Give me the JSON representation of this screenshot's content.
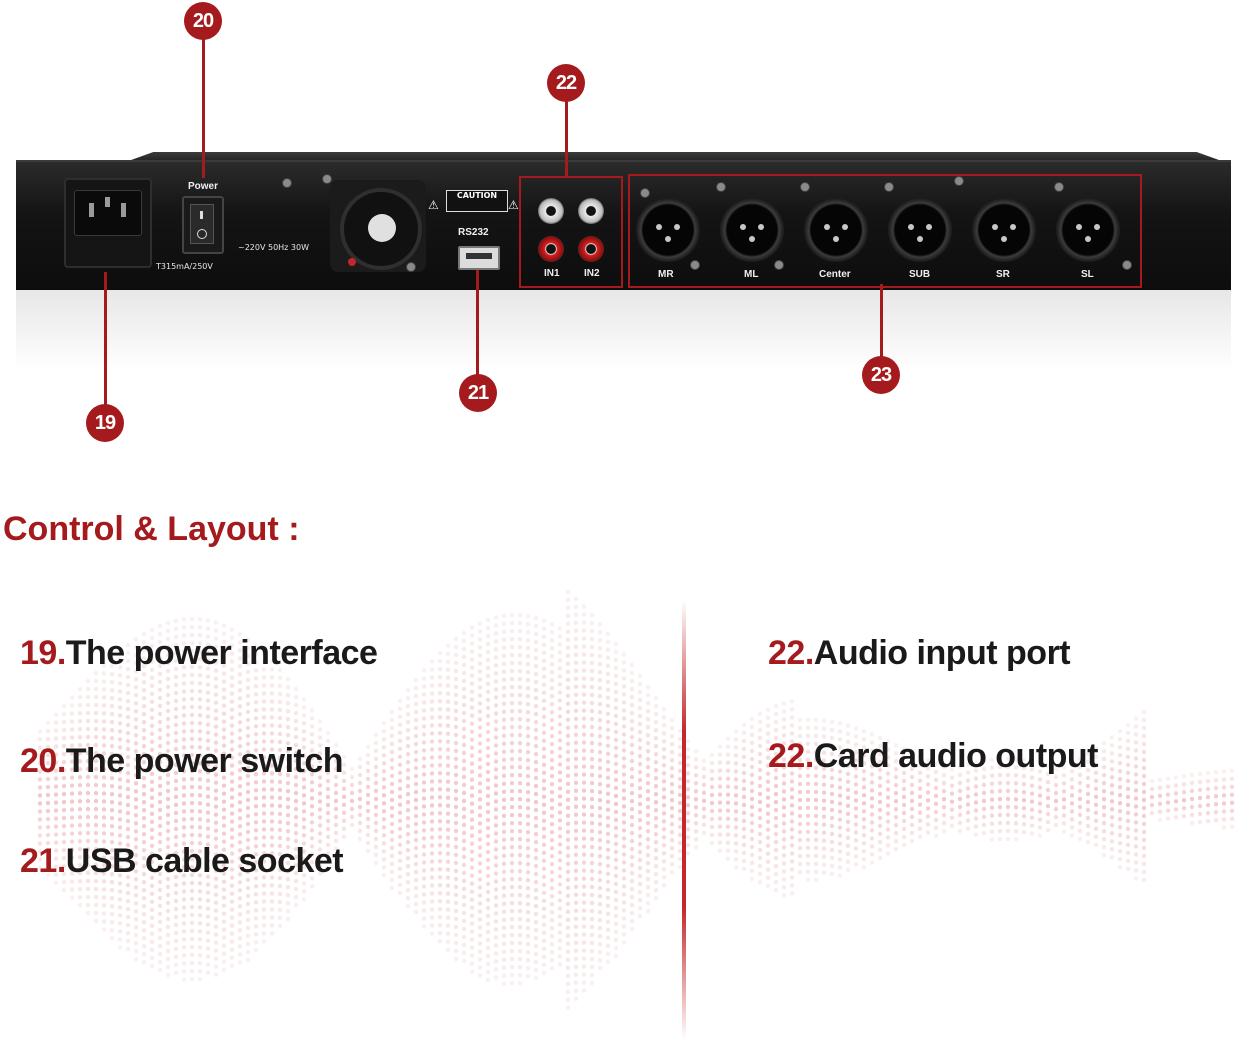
{
  "device": {
    "power_label": "Power",
    "voltage_label": "~220V 50Hz 30W",
    "fuse_label": "T315mA/250V",
    "caution_label": "CAUTION",
    "usb_label": "RS232",
    "inputs": [
      "IN1",
      "IN2"
    ],
    "outputs": [
      "MR",
      "ML",
      "Center",
      "SUB",
      "SR",
      "SL"
    ]
  },
  "callouts": [
    "19",
    "20",
    "21",
    "22",
    "23"
  ],
  "heading": "Control & Layout :",
  "features": [
    {
      "num": "19.",
      "text": "The power interface"
    },
    {
      "num": "20.",
      "text": "The power switch"
    },
    {
      "num": "21.",
      "text": "USB cable socket"
    },
    {
      "num": "22.",
      "text": "Audio input port"
    },
    {
      "num": "22.",
      "text": "Card audio output"
    }
  ],
  "colors": {
    "accent": "#a51a1d",
    "panel": "#111111"
  }
}
